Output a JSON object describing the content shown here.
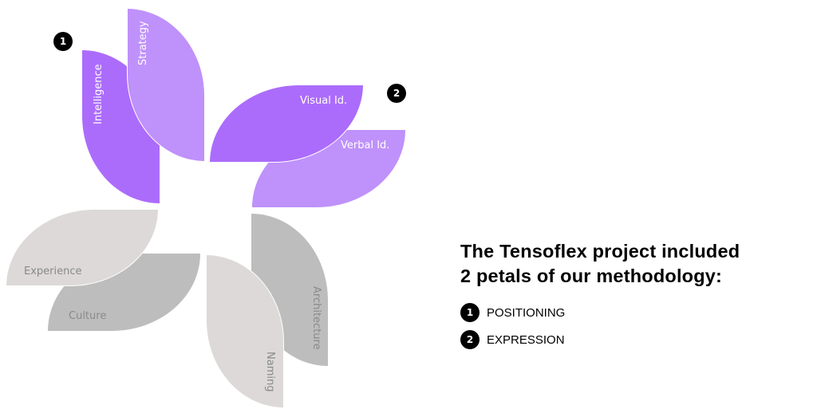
{
  "diagram": {
    "petals": {
      "intelligence": "Intelligence",
      "strategy": "Strategy",
      "visual_id": "Visual Id.",
      "verbal_id": "Verbal Id.",
      "experience": "Experience",
      "culture": "Culture",
      "naming": "Naming",
      "architecture": "Architecture"
    },
    "badges": [
      "1",
      "2"
    ]
  },
  "colors": {
    "positioning_dark": "#ac6cfb",
    "positioning_light": "#bf91fb",
    "inactive_light": "#dcd9d8",
    "inactive_dark": "#bdbdbd"
  },
  "text": {
    "heading_line1": "The Tensoflex project included",
    "heading_line2": "2 petals of our methodology:",
    "items": [
      {
        "number": "1",
        "label": "POSITIONING"
      },
      {
        "number": "2",
        "label": "EXPRESSION"
      }
    ]
  }
}
